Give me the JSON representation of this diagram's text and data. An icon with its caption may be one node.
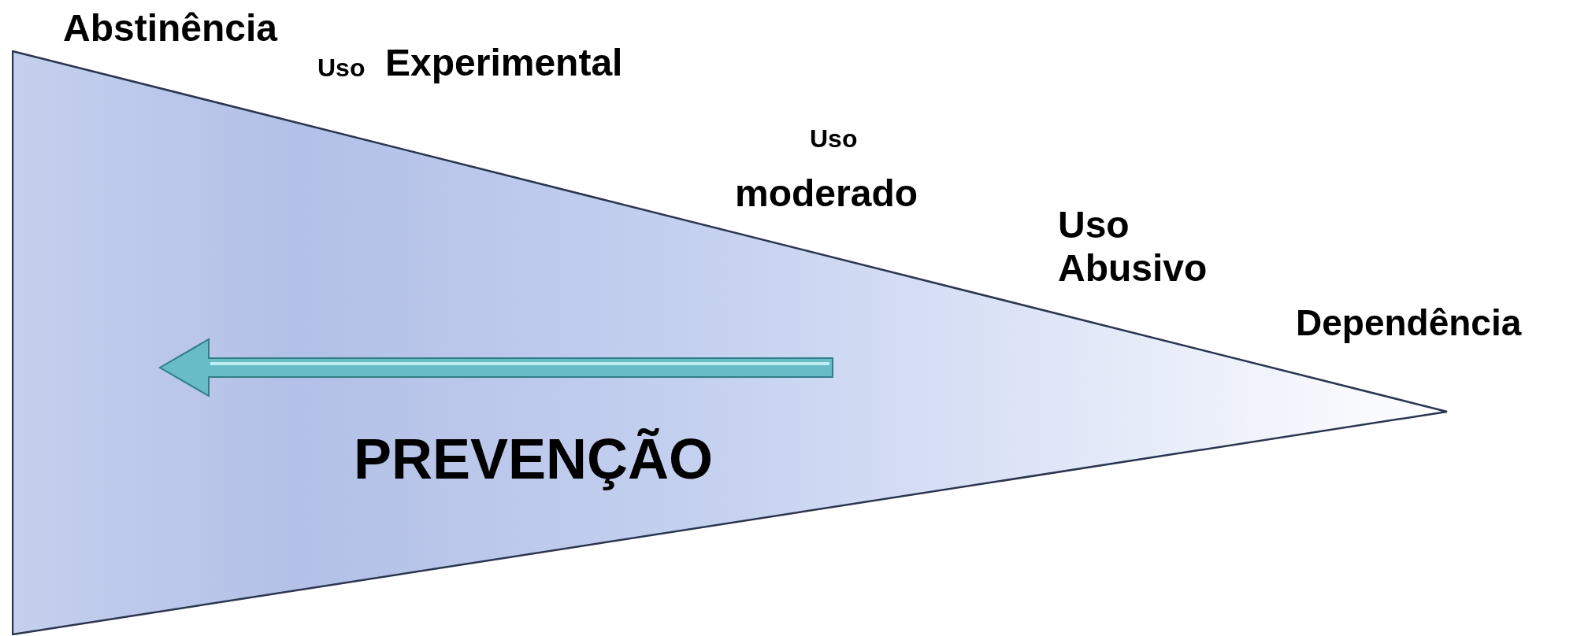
{
  "diagram": {
    "nodes": [
      {
        "text": [
          "PREVENÇÃO"
        ]
      }
    ],
    "labels": [
      "Abstinência",
      "Uso",
      "Experimental",
      "Uso",
      "moderado",
      "Uso Abusivo",
      "Dependência"
    ]
  }
}
